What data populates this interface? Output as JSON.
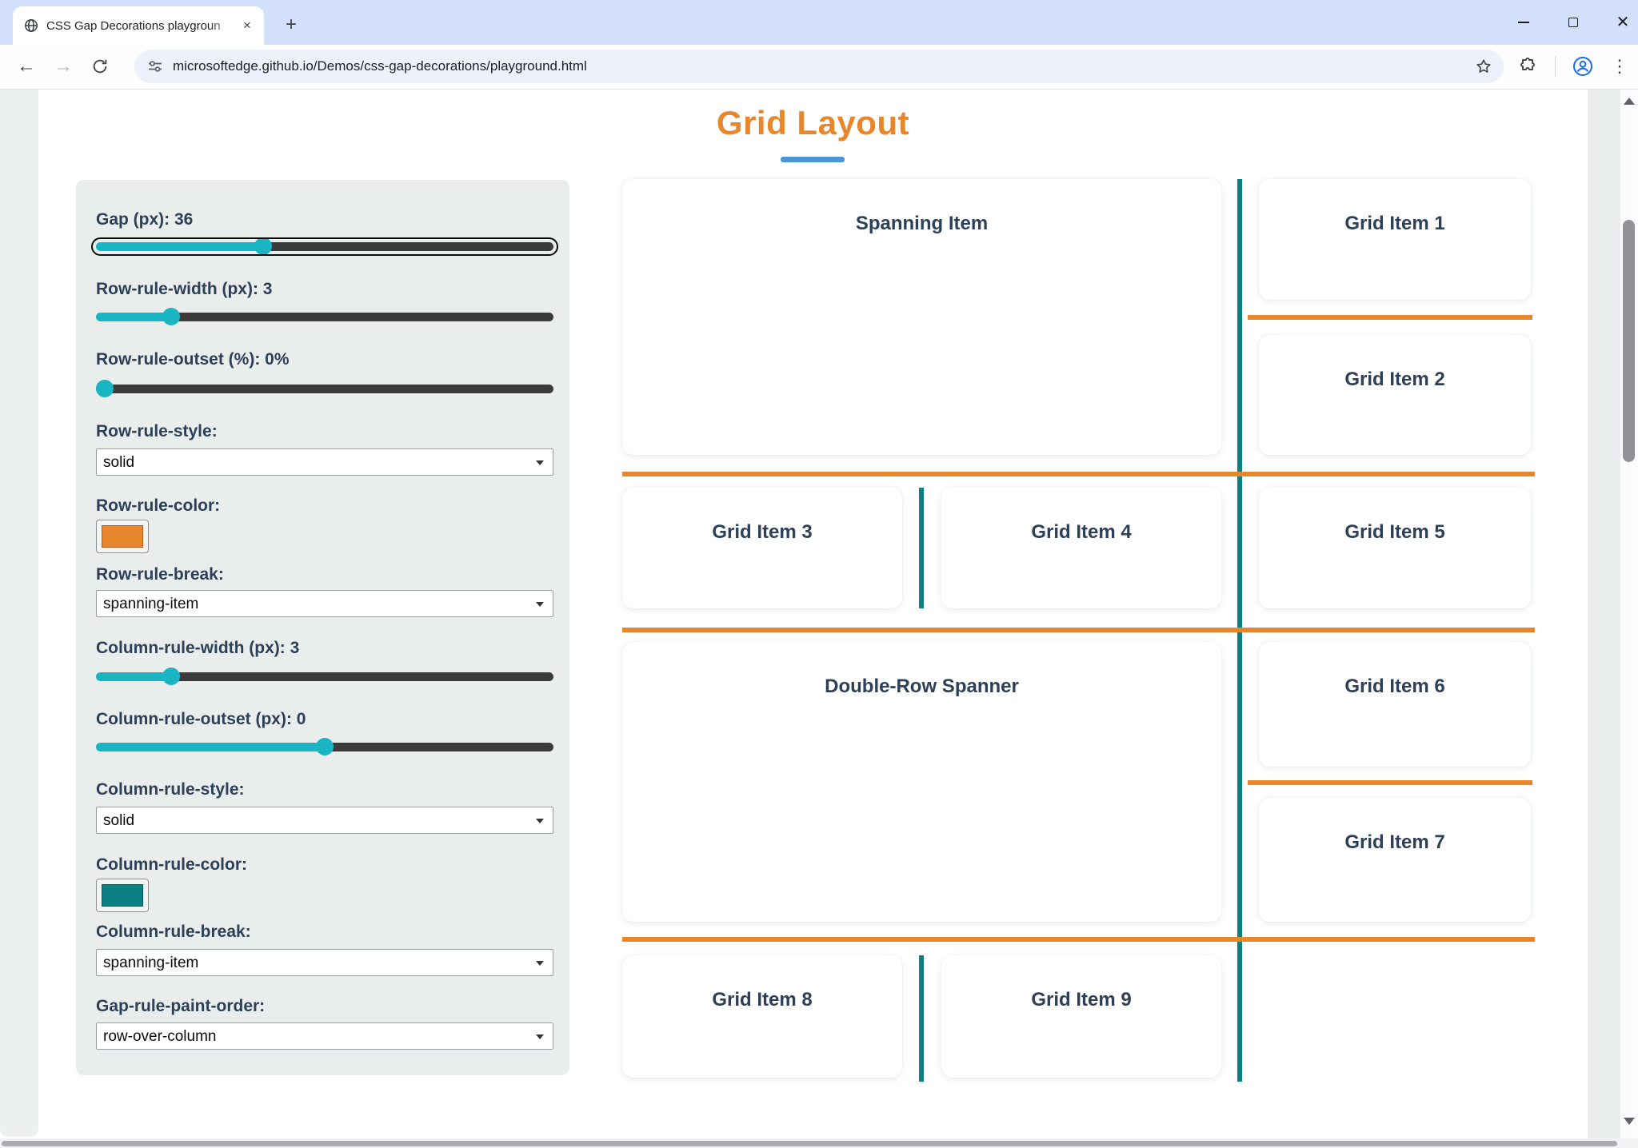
{
  "browser": {
    "tab_title": "CSS Gap Decorations playgroun",
    "url": "microsoftedge.github.io/Demos/css-gap-decorations/playground.html",
    "icons": {
      "back": "←",
      "forward": "→",
      "new_tab": "+",
      "close_tab": "×",
      "menu_dots": "⋮"
    }
  },
  "page": {
    "title": "Grid Layout",
    "accent": {
      "title_color": "#e8862c",
      "underline_color": "#4a96d5",
      "slider_color": "#19b5c3",
      "label_color": "#2d4057"
    },
    "panel": {
      "sliders": [
        {
          "id": "gap",
          "label": "Gap (px): 36",
          "min": 0,
          "max": 100,
          "value": 36,
          "focused": true
        },
        {
          "id": "row-rule-width",
          "label": "Row-rule-width (px): 3",
          "min": 0,
          "max": 20,
          "value": 3,
          "focused": false
        },
        {
          "id": "row-rule-outset",
          "label": "Row-rule-outset (%): 0%",
          "min": 0,
          "max": 100,
          "value": 0,
          "focused": false
        },
        {
          "id": "column-rule-width",
          "label": "Column-rule-width (px): 3",
          "min": 0,
          "max": 20,
          "value": 3,
          "focused": false
        },
        {
          "id": "column-rule-outset",
          "label": "Column-rule-outset (px): 0",
          "min": -50,
          "max": 50,
          "value": 0,
          "focused": false
        }
      ],
      "selects": [
        {
          "id": "row-rule-style",
          "label": "Row-rule-style:",
          "value": "solid"
        },
        {
          "id": "row-rule-break",
          "label": "Row-rule-break:",
          "value": "spanning-item"
        },
        {
          "id": "column-rule-style",
          "label": "Column-rule-style:",
          "value": "solid"
        },
        {
          "id": "column-rule-break",
          "label": "Column-rule-break:",
          "value": "spanning-item"
        },
        {
          "id": "gap-rule-paint-order",
          "label": "Gap-rule-paint-order:",
          "value": "row-over-column"
        }
      ],
      "colors": [
        {
          "id": "row-rule-color",
          "label": "Row-rule-color:",
          "value": "#e8862c"
        },
        {
          "id": "column-rule-color",
          "label": "Column-rule-color:",
          "value": "#0d8083"
        }
      ]
    },
    "grid": {
      "row_rule_color": "#e8862c",
      "column_rule_color": "#0d8083",
      "items": [
        "Spanning Item",
        "Grid Item 1",
        "Grid Item 2",
        "Grid Item 3",
        "Grid Item 4",
        "Grid Item 5",
        "Double-Row Spanner",
        "Grid Item 6",
        "Grid Item 7",
        "Grid Item 8",
        "Grid Item 9"
      ]
    }
  }
}
